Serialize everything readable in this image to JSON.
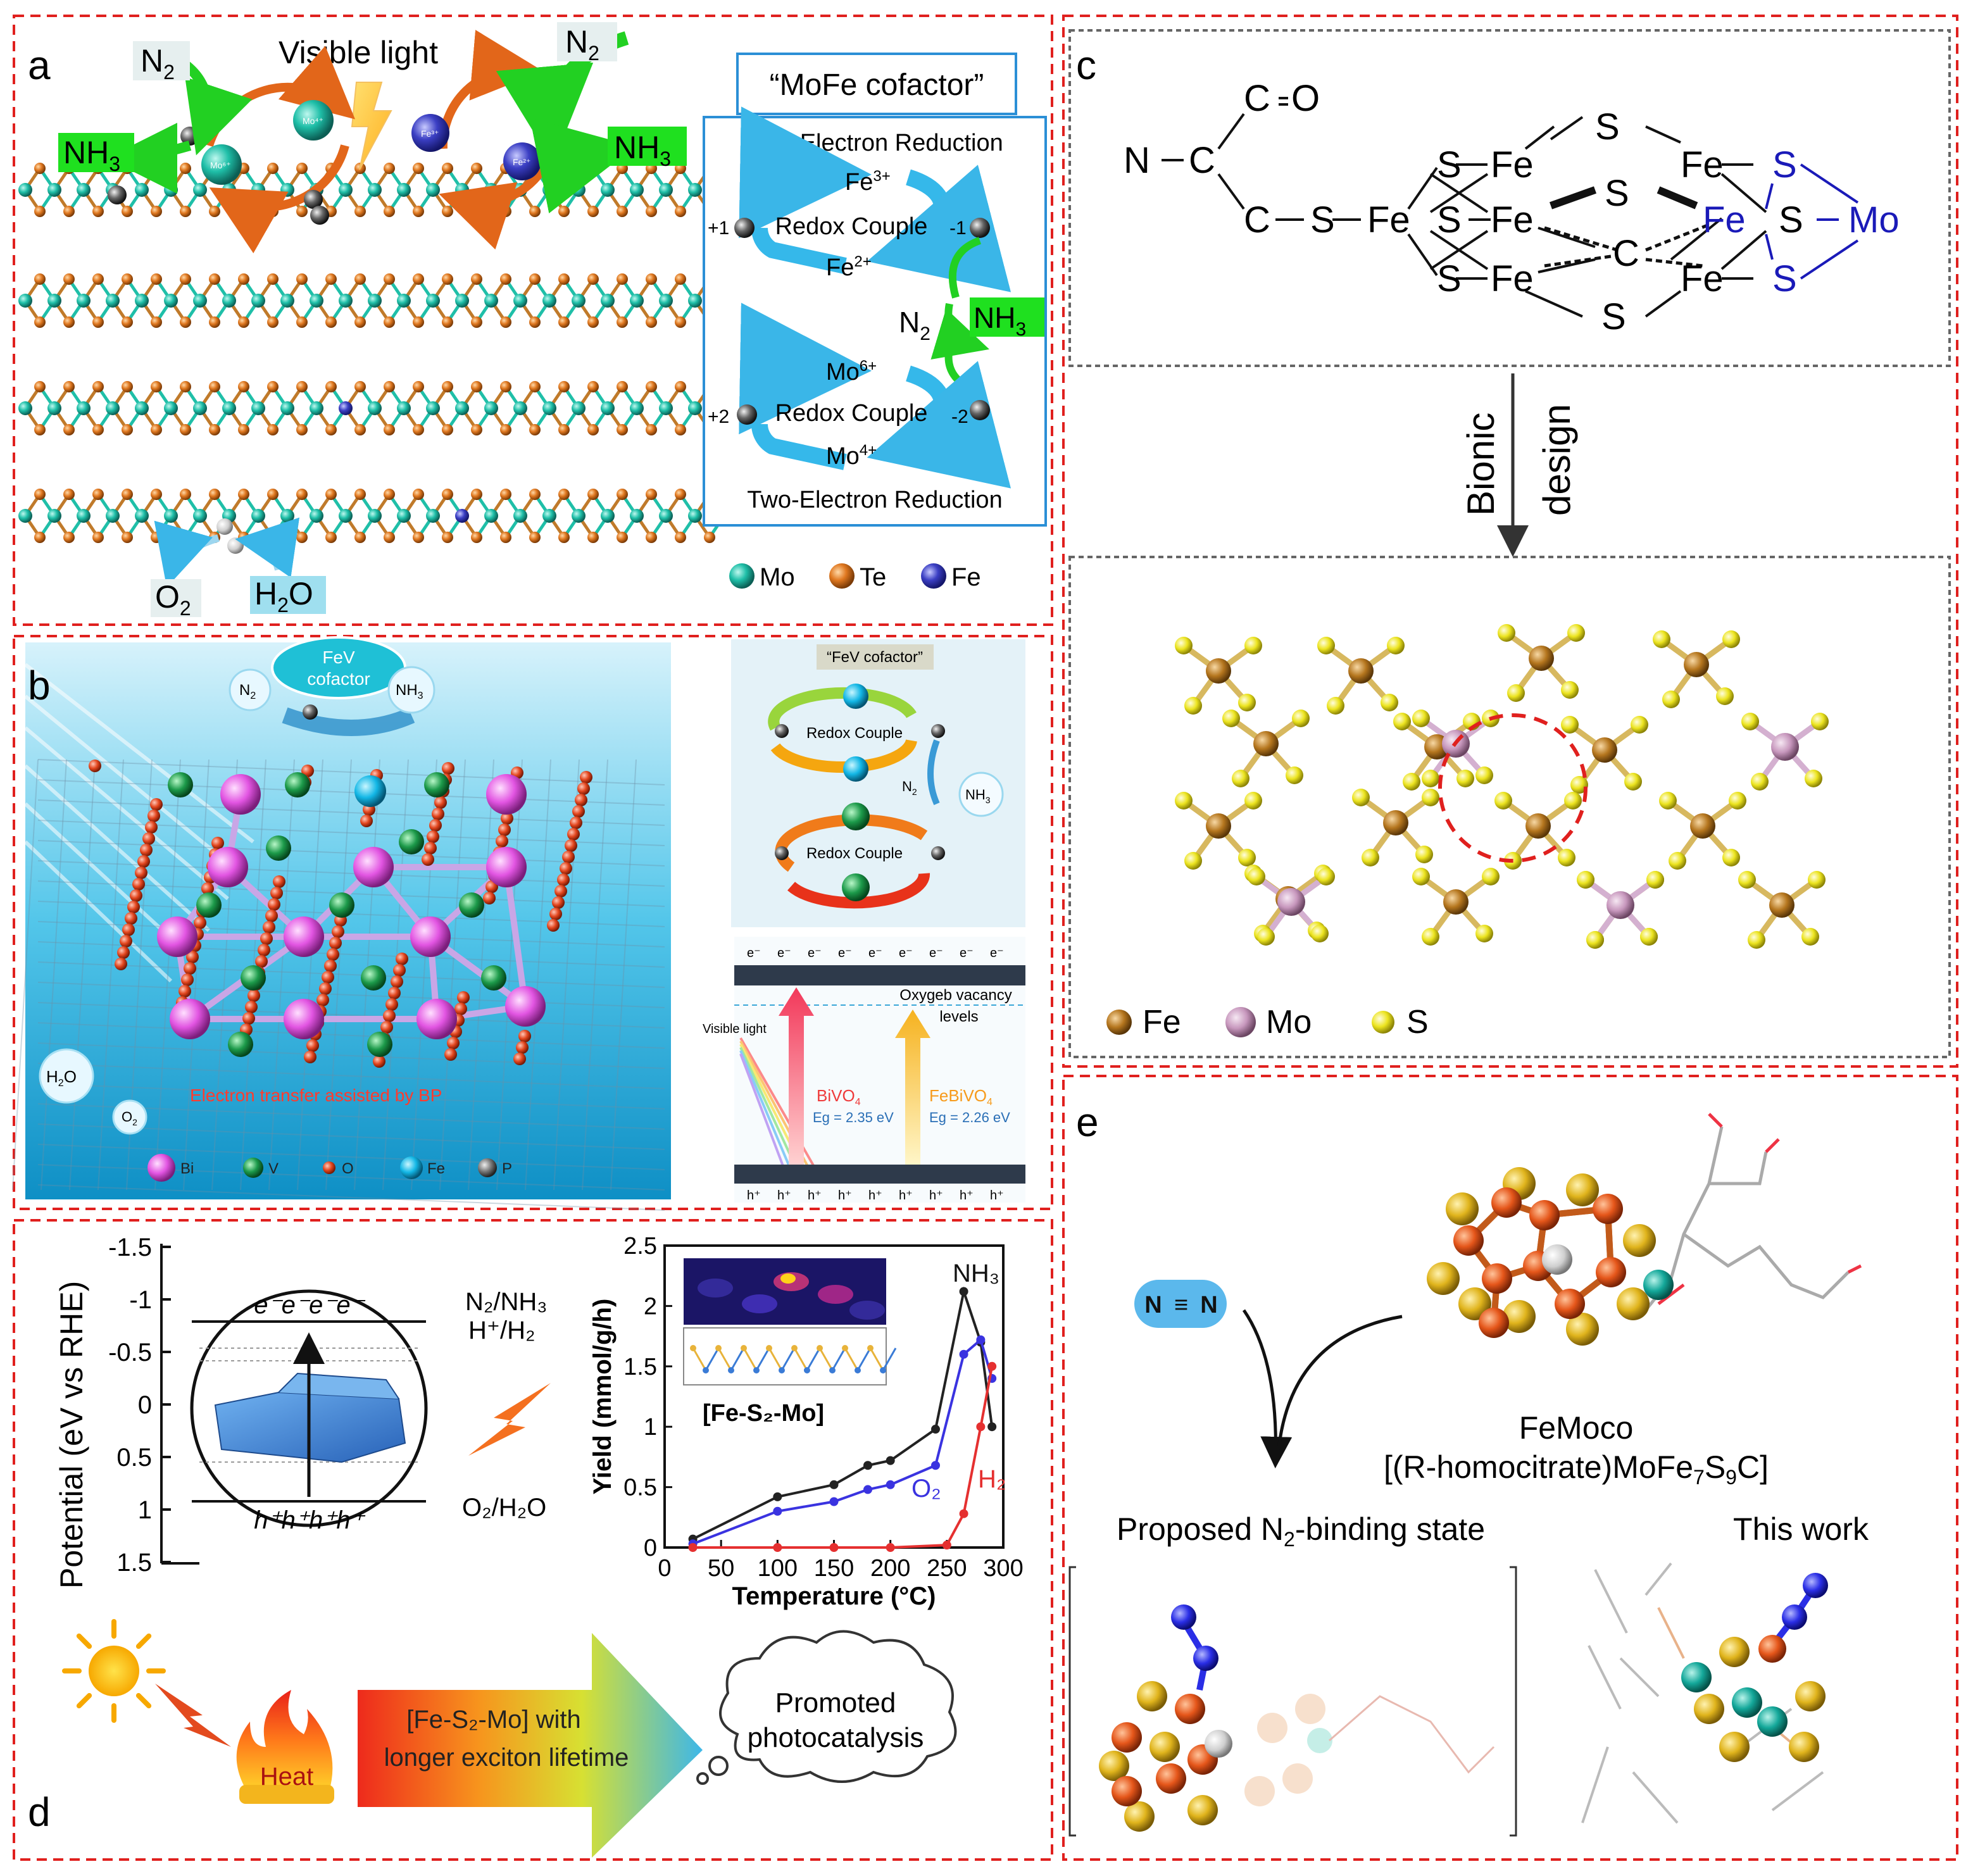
{
  "panel_letters": {
    "a": "a",
    "b": "b",
    "c": "c",
    "d": "d",
    "e": "e"
  },
  "panel_a": {
    "visible_light": "Visible light",
    "n2_left": "N",
    "n2_left_sub": "2",
    "n2_right": "N",
    "n2_right_sub": "2",
    "nh3_left": "NH",
    "nh3_left_sub": "3",
    "nh3_right": "NH",
    "nh3_right_sub": "3",
    "o2": "O",
    "o2_sub": "2",
    "h2o_a": "H",
    "h2o_sub": "2",
    "h2o_b": "O",
    "cofactor_title": "“MoFe cofactor”",
    "one_electron": "One-Electron Reduction",
    "two_electron": "Two-Electron Reduction",
    "fe3": "Fe",
    "fe3_sup": "3+",
    "fe2": "Fe",
    "fe2_sup": "2+",
    "mo6": "Mo",
    "mo6_sup": "6+",
    "mo4": "Mo",
    "mo4_sup": "4+",
    "redox_couple": "Redox Couple",
    "plus1": "+1",
    "minus1": "-1",
    "plus2": "+2",
    "minus2": "-2",
    "cyc_n2": "N",
    "cyc_n2_sub": "2",
    "cyc_nh3": "NH",
    "cyc_nh3_sub": "3",
    "legend": [
      "Mo",
      "Te",
      "Fe"
    ],
    "colors": {
      "mo": "#1fbfa8",
      "te": "#e07820",
      "fe": "#3b3fc4",
      "cycle": "#35b8ea",
      "green": "#22dd22"
    }
  },
  "panel_b": {
    "fev_cofactor_a": "FeV",
    "fev_cofactor_b": "cofactor",
    "n2": "N",
    "n2_sub": "2",
    "nh3": "NH",
    "nh3_sub": "3",
    "h2o": "H",
    "h2o_sub": "2",
    "h2o_b": "O",
    "o2": "O",
    "o2_sub": "2",
    "electron_transfer": "Electron transfer assisted by BP",
    "legend": [
      "Bi",
      "V",
      "O",
      "Fe",
      "P"
    ],
    "fev_title": "“FeV cofactor”",
    "redox_couple": "Redox Couple",
    "band_top": "e⁻",
    "band_bottom": "h⁺",
    "vacancy_a": "Oxygeb vacancy",
    "vacancy_b": "levels",
    "visible_light": "Visible light",
    "bivo4": "BiVO",
    "bivo4_sub": "4",
    "eg1": "Eg = 2.35 eV",
    "febivo4": "FeBiVO",
    "febivo4_sub": "4",
    "eg2": "Eg = 2.26 eV"
  },
  "panel_c": {
    "bionic": "Bionic",
    "design": "design",
    "legend": [
      "Fe",
      "Mo",
      "S"
    ],
    "colors": {
      "fe": "#b5761e",
      "mo": "#c797bd",
      "s": "#e8e020"
    }
  },
  "panel_d": {
    "ylabel": "Potential (eV vs RHE)",
    "yticks": [
      "-1.5",
      "-1",
      "-0.5",
      "0",
      "0.5",
      "1",
      "1.5"
    ],
    "electrons": "e⁻e⁻e⁻e⁻",
    "holes": "h⁺h⁺h⁺h⁺",
    "n2nh3": "N₂/NH₃",
    "hh2": "H⁺/H₂",
    "o2h2o": "O₂/H₂O",
    "heat": "Heat",
    "arrow_text_a": "[Fe-S₂-Mo] with",
    "arrow_text_b": "longer exciton lifetime",
    "cloud_a": "Promoted",
    "cloud_b": "photocatalysis"
  },
  "chart_data": {
    "type": "line",
    "xlabel": "Temperature (°C)",
    "ylabel": "Yield (mmol/g/h)",
    "xlim": [
      0,
      300
    ],
    "ylim": [
      0,
      2.5
    ],
    "xticks": [
      0,
      50,
      100,
      150,
      200,
      250,
      300
    ],
    "yticks": [
      0,
      0.5,
      1,
      1.5,
      2,
      2.5
    ],
    "annotation": "[Fe-S₂-Mo]",
    "series": [
      {
        "name": "NH₃",
        "color": "#222222",
        "x": [
          25,
          100,
          150,
          180,
          200,
          240,
          265,
          280,
          290
        ],
        "y": [
          0.07,
          0.42,
          0.52,
          0.68,
          0.72,
          0.98,
          2.12,
          1.7,
          1.0
        ]
      },
      {
        "name": "O₂",
        "color": "#3a33e0",
        "x": [
          25,
          100,
          150,
          180,
          200,
          240,
          265,
          280,
          290
        ],
        "y": [
          0.03,
          0.3,
          0.38,
          0.48,
          0.52,
          0.68,
          1.6,
          1.72,
          1.4
        ]
      },
      {
        "name": "H₂",
        "color": "#e53030",
        "x": [
          25,
          100,
          150,
          200,
          250,
          265,
          280,
          290
        ],
        "y": [
          0.0,
          0.0,
          0.0,
          0.0,
          0.02,
          0.28,
          1.0,
          1.5
        ]
      }
    ]
  },
  "panel_e": {
    "n_left": "N",
    "triple": "≡",
    "n_right": "N",
    "femoco": "FeMoco",
    "formula_a": "[(R-homocitrate)MoFe",
    "formula_sub1": "7",
    "formula_b": "S",
    "formula_sub2": "9",
    "formula_c": "C]",
    "proposed_a": "Proposed N",
    "proposed_sub": "2",
    "proposed_b": "-binding state",
    "this_work": "This work"
  }
}
